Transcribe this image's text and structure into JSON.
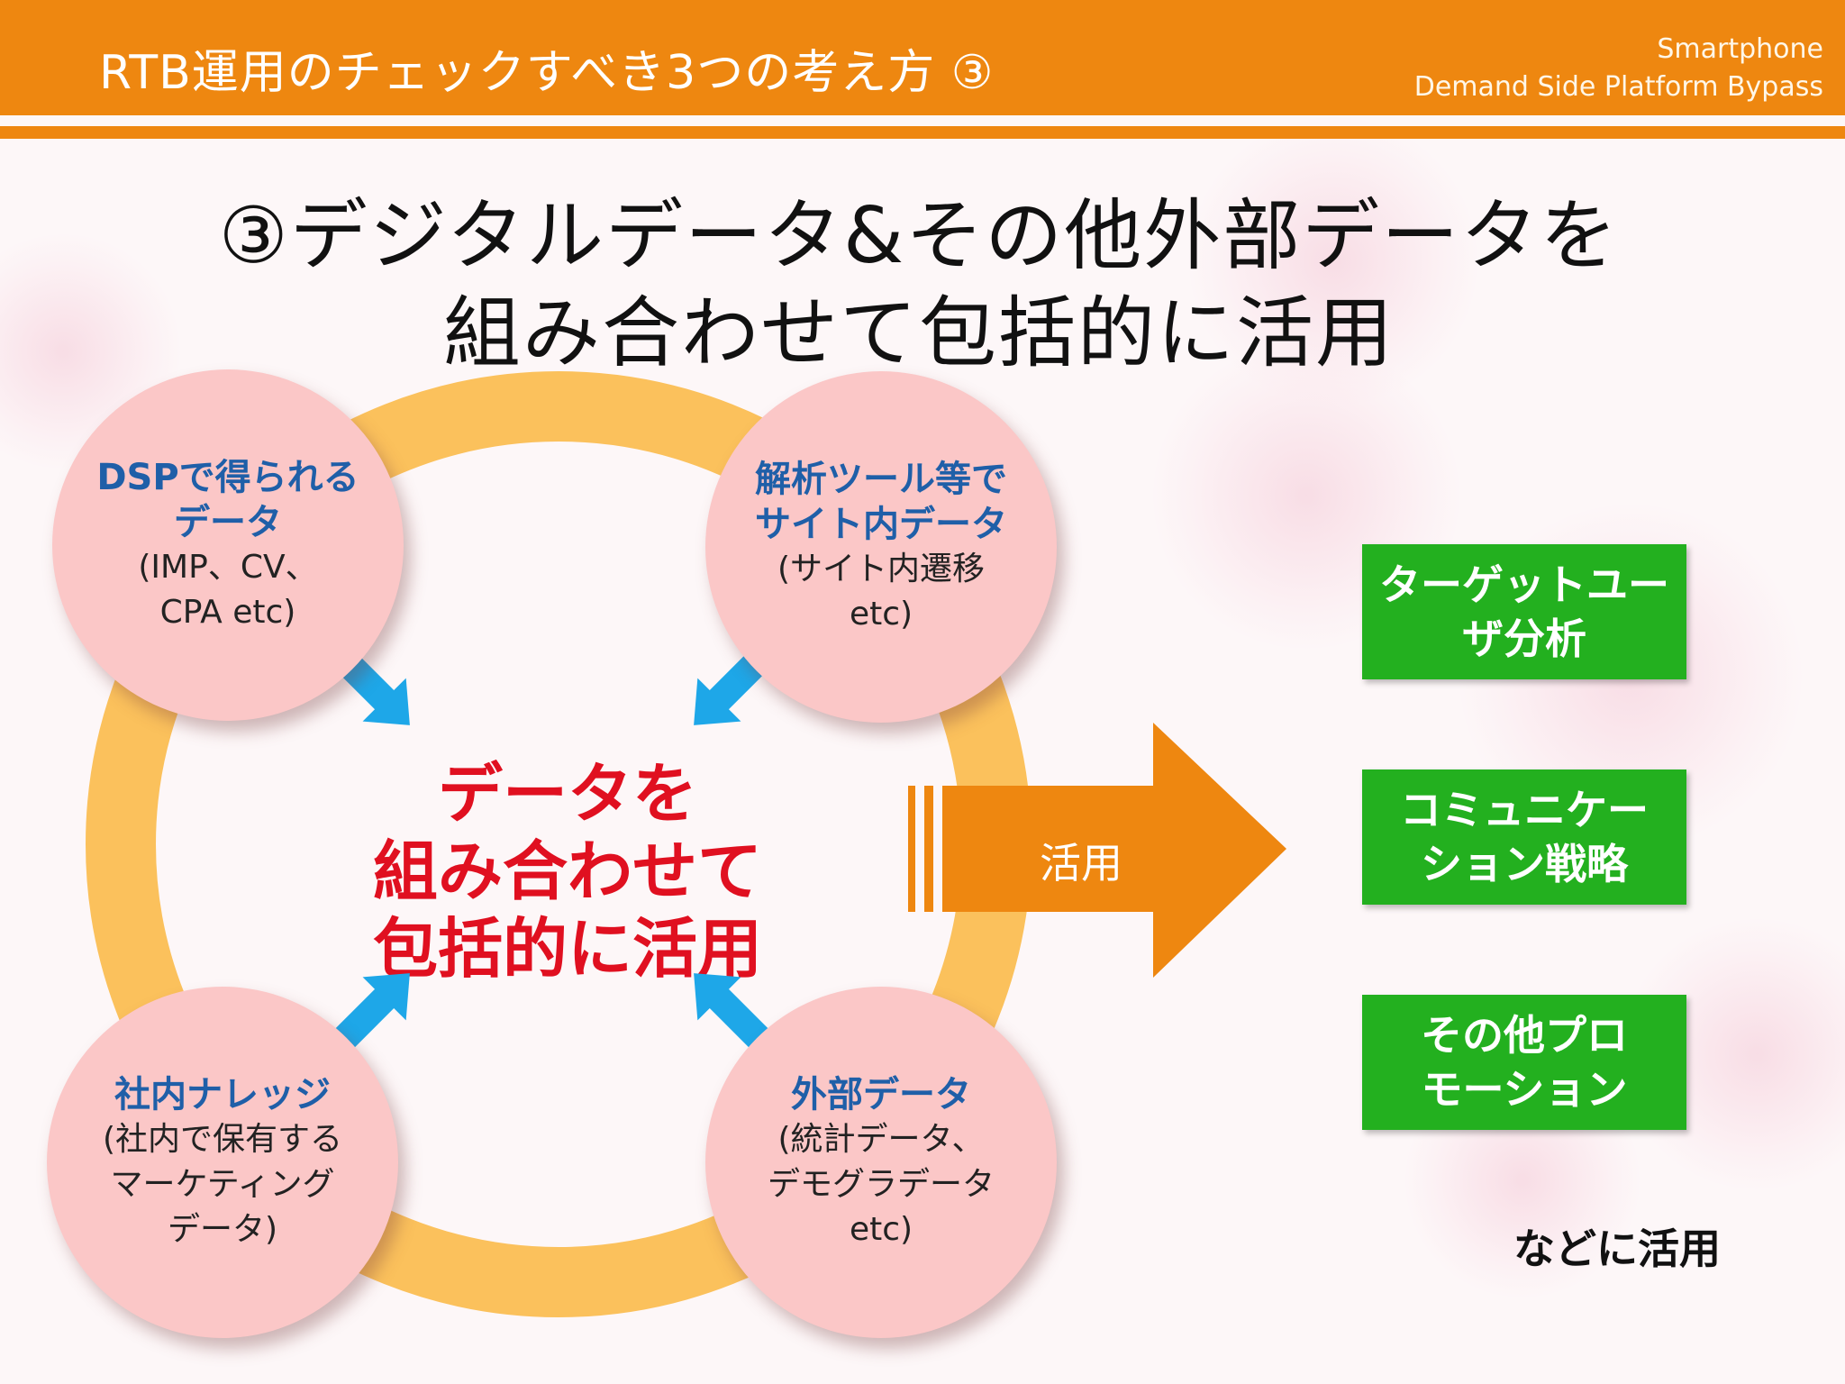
{
  "header": {
    "title": "RTB運用のチェックすべき3つの考え方 ③",
    "brand_line1": "Smartphone",
    "brand_line2": "Demand Side Platform Bypass"
  },
  "main_title": {
    "line1": "③デジタルデータ&その他外部データを",
    "line2": "組み合わせて包括的に活用"
  },
  "center": {
    "line1": "データを",
    "line2": "組み合わせて",
    "line3": "包括的に活用"
  },
  "bubbles": [
    {
      "head1": "DSPで得られる",
      "head2": "データ",
      "sub1": "(IMP、CV、",
      "sub2": "CPA etc)"
    },
    {
      "head1": "解析ツール等で",
      "head2": "サイト内データ",
      "sub1": "(サイト内遷移",
      "sub2": "etc)"
    },
    {
      "head1": "社内ナレッジ",
      "sub1": "(社内で保有する",
      "sub2": "マーケティング",
      "sub3": "データ)"
    },
    {
      "head1": "外部データ",
      "sub1": "(統計データ、",
      "sub2": "デモグラデータ",
      "sub3": "etc)"
    }
  ],
  "arrow_label": "活用",
  "outputs": [
    {
      "line1": "ターゲットユー",
      "line2": "ザ分析"
    },
    {
      "line1": "コミュニケー",
      "line2": "ション戦略"
    },
    {
      "line1": "その他プロ",
      "line2": "モーション"
    }
  ],
  "footer_note": "などに活用",
  "colors": {
    "header": "#ee8710",
    "ring": "#fbc15c",
    "bubble": "#fbc7c7",
    "bubble_heading": "#1f5fa8",
    "center_text": "#e01020",
    "small_arrows": "#1ea7e8",
    "big_arrow": "#ee8710",
    "output_box": "#23b01f"
  }
}
